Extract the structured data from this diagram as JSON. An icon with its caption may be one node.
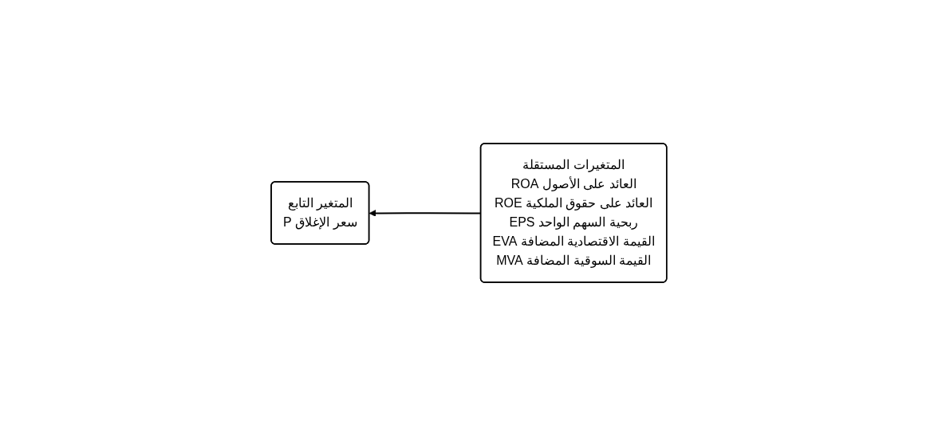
{
  "diagram": {
    "nodes": [
      {
        "text": [
          "المتغيرات المستقلة",
          "العائد على الأصول ROA",
          "العائد على حقوق الملكية ROE",
          "ربحية السهم الواحد EPS",
          "القيمة الاقتصادية المضافة EVA",
          "القيمة السوقية المضافة MVA"
        ]
      },
      {
        "text": [
          "المتغير التابع",
          "سعر الإغلاق P"
        ]
      }
    ],
    "edges": [
      {
        "from": 0,
        "to": 1,
        "arrow": "to"
      }
    ]
  }
}
